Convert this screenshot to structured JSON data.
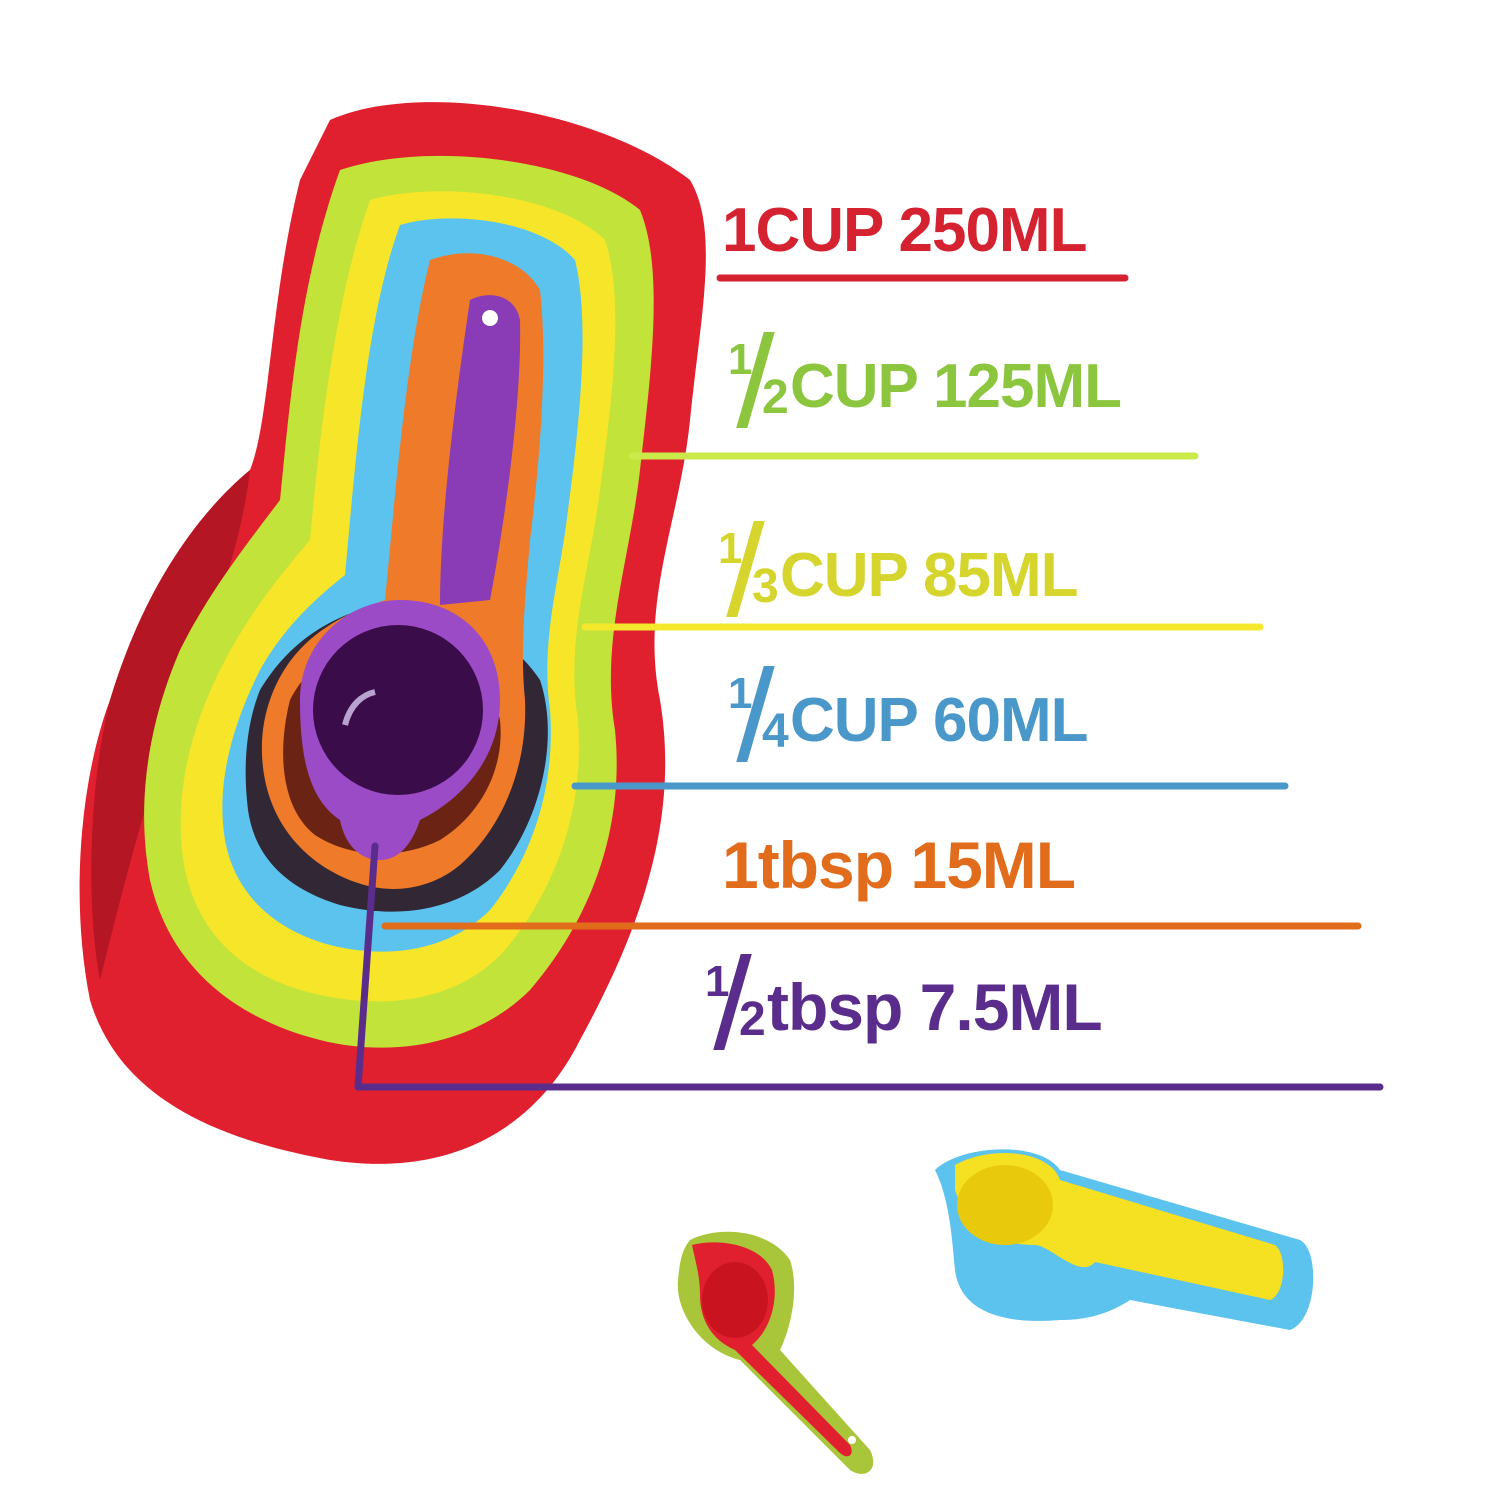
{
  "product": {
    "type": "nested measuring cups set",
    "image_theme": "rainbow stacked measuring cups with capacity labels"
  },
  "labels": [
    {
      "fraction": null,
      "unit": "1CUP",
      "metric": "250ML",
      "text": "1CUP 250ML",
      "color": "#d42231",
      "item_color": "red"
    },
    {
      "fraction": {
        "num": "1",
        "den": "2"
      },
      "unit": "CUP",
      "metric": "125ML",
      "text": "CUP 125ML",
      "color": "#8cc63f",
      "item_color": "lime green"
    },
    {
      "fraction": {
        "num": "1",
        "den": "3"
      },
      "unit": "CUP",
      "metric": "85ML",
      "text": "CUP 85ML",
      "color": "#d5d52e",
      "item_color": "yellow"
    },
    {
      "fraction": {
        "num": "1",
        "den": "4"
      },
      "unit": "CUP",
      "metric": "60ML",
      "text": "CUP 60ML",
      "color": "#4a97c9",
      "item_color": "sky blue"
    },
    {
      "fraction": null,
      "unit": "1tbsp",
      "metric": "15ML",
      "text": "1tbsp 15ML",
      "color": "#e06c1c",
      "item_color": "orange"
    },
    {
      "fraction": {
        "num": "1",
        "den": "2"
      },
      "unit": "tbsp",
      "metric": "7.5ML",
      "text": "tbsp 7.5ML",
      "color": "#5a2d8c",
      "item_color": "purple"
    }
  ],
  "colors": {
    "red": "#e0202e",
    "lime": "#c2e33a",
    "yellow": "#f7e52a",
    "blue": "#5cc2ee",
    "orange": "#ee7a2a",
    "purple": "#8a3bb6",
    "background": "#ffffff"
  }
}
